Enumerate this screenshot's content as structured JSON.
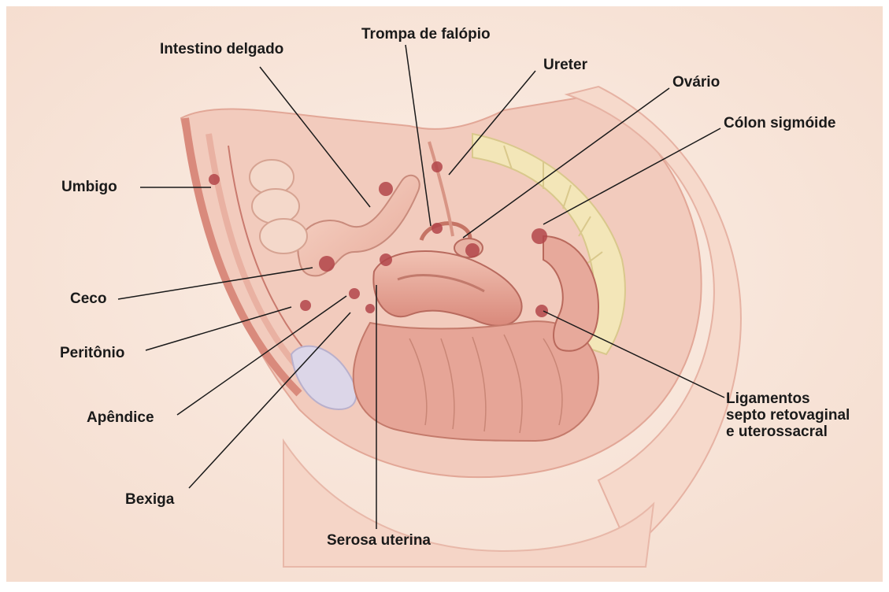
{
  "labels": {
    "intestino": "Intestino delgado",
    "trompa": "Trompa de falópio",
    "ureter": "Ureter",
    "ovario": "Ovário",
    "colon": "Cólon sigmóide",
    "umbigo": "Umbigo",
    "ceco": "Ceco",
    "peritonio": "Peritônio",
    "apendice": "Apêndice",
    "bexiga": "Bexiga",
    "serosa": "Serosa uterina",
    "ligamentos": [
      "Ligamentos",
      "septo retovaginal",
      "e uterossacral"
    ]
  },
  "colors": {
    "background": "#f7e3d6",
    "skin": "#f3cdbf",
    "tissue": "#e6a597",
    "muscle": "#d98879",
    "organ": "#f0c5b5",
    "lesion": "#b3464a",
    "bone": "#f3e6b8",
    "bladder": "#dcd6e8",
    "leader_line": "#1a1a1a"
  }
}
